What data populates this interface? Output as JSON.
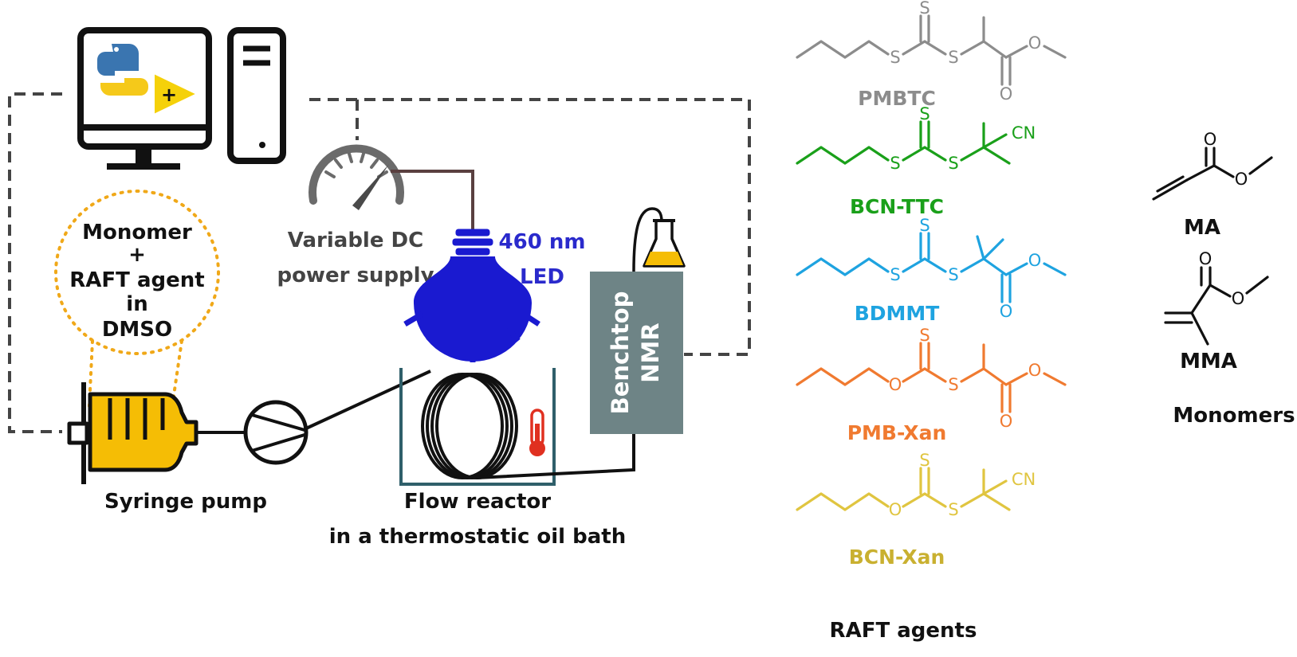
{
  "setup": {
    "monomer_mix": [
      "Monomer",
      "+",
      "RAFT agent",
      "in",
      "DMSO"
    ],
    "power_supply": [
      "Variable DC",
      "power supply"
    ],
    "led": [
      "460 nm",
      "LED"
    ],
    "nmr": [
      "Benchtop",
      "NMR"
    ],
    "syringe_pump": "Syringe pump",
    "reactor": [
      "Flow reactor",
      "in a thermostatic oil bath"
    ],
    "logo_plus": "+"
  },
  "raft_agents": {
    "title": "RAFT agents",
    "items": [
      {
        "name": "PMBTC",
        "color": "#8c8c8c",
        "label_color": "#8c8c8c",
        "type": "ester-me",
        "linker": "S"
      },
      {
        "name": "BCN-TTC",
        "color": "#1aa01a",
        "label_color": "#1aa01a",
        "type": "cn",
        "linker": "S"
      },
      {
        "name": "BDMMT",
        "color": "#1ea3e0",
        "label_color": "#1ea3e0",
        "type": "ester-dimethyl",
        "linker": "S"
      },
      {
        "name": "PMB-Xan",
        "color": "#f07a30",
        "label_color": "#f07a30",
        "type": "ester-me",
        "linker": "O"
      },
      {
        "name": "BCN-Xan",
        "color": "#e0c540",
        "label_color": "#c9b030",
        "type": "cn",
        "linker": "O"
      }
    ],
    "atom_labels": {
      "S": "S",
      "O": "O",
      "CN": "CN"
    }
  },
  "monomers": {
    "title": "Monomers",
    "items": [
      {
        "name": "MA"
      },
      {
        "name": "MMA"
      }
    ]
  },
  "colors": {
    "ink": "#111111",
    "dash": "#444444",
    "power_wire": "#5a4040",
    "led_blue": "#1a1ad0",
    "led_label": "#2a2acc",
    "nmr_box": "#6e8486",
    "bath": "#2f5f6a",
    "syringe_fill": "#f5bd05",
    "thermometer": "#e03020",
    "flask_fill": "#f5bd05",
    "mix_dots": "#f0a818"
  }
}
